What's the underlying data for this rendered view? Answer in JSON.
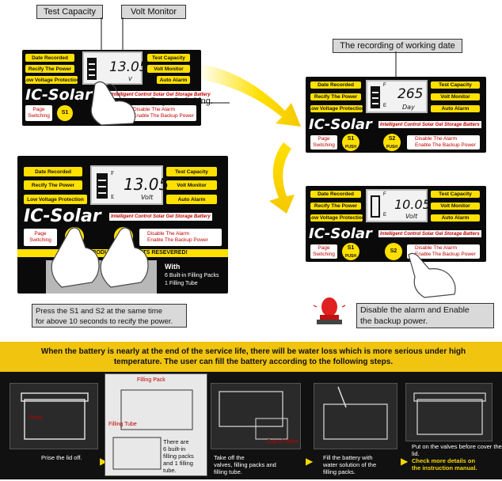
{
  "callouts": {
    "test_capacity": "Test Capacity",
    "volt_monitor": "Volt Monitor",
    "recording_date": "The recording of working date",
    "page_switching": "Page Switching.",
    "recify_note": "Press the S1 and S2 at the same time\nfor above 10 seconds to recify the power.",
    "alarm_note": "Disable the alarm and Enable\nthe backup power."
  },
  "panel": {
    "left_buttons": [
      "Date Recorded",
      "Recify The Power",
      "Low Voltage Protection"
    ],
    "right_buttons": [
      "Test Capacity",
      "Volt Monitor",
      "Auto Alarm"
    ],
    "brand": "IC-Solar",
    "subtitle": "Intelligent Control Solar Gel Storage Battery",
    "subtitle_long": "Intelligent Control Solar Gel Storage Batters",
    "page_switching": "Page\nSwitching",
    "s1": "S1",
    "s2": "S2",
    "push": "PUSH",
    "disable_alarm": "Disable The Alarm",
    "enable_backup": "Enable The Backup Power",
    "lcd_f": "F",
    "lcd_e": "E",
    "lcd_volt": "Volt",
    "lcd_day": "Day",
    "lcd_v": "V"
  },
  "panels": {
    "top_left_value": "13.05",
    "mid_left_value": "13.05",
    "right_top_value": "265",
    "right_bottom_value": "10.05"
  },
  "mid_left_extra": {
    "patented": "PATENTED PRODUCT,ALL RIGHTS RESEVERED!",
    "with": "With",
    "packs": "6 Built-in Filling Packs",
    "tube": "1 Filling Tube"
  },
  "bottom": {
    "header": "When the battery is nearly at the end of the service life, there will be water loss which is more serious under high temperature. The user can fill the battery according to the following steps.",
    "steps": [
      "Prise the lid off.",
      "There are\n6 built-in\nfilling packs\nand 1 filling\ntube.",
      "Take off the\nvalves, filling packs and\nfilling tube.",
      "Fill the battery with\nwater solution of the\nfilling packs.",
      "Put on the valves before\ncover the lid."
    ],
    "check_more": "Check more details on\nthe instruction manual.",
    "labels": {
      "ports": "Ports",
      "filling_pack": "Filling Pack",
      "filling_tube": "Filling Tube",
      "cap_of_valve": "Cap of Valve"
    }
  },
  "colors": {
    "yellow": "#ffe000",
    "red": "#c00000",
    "arrow": "#f5d800",
    "header_bg": "#f1c40f"
  }
}
